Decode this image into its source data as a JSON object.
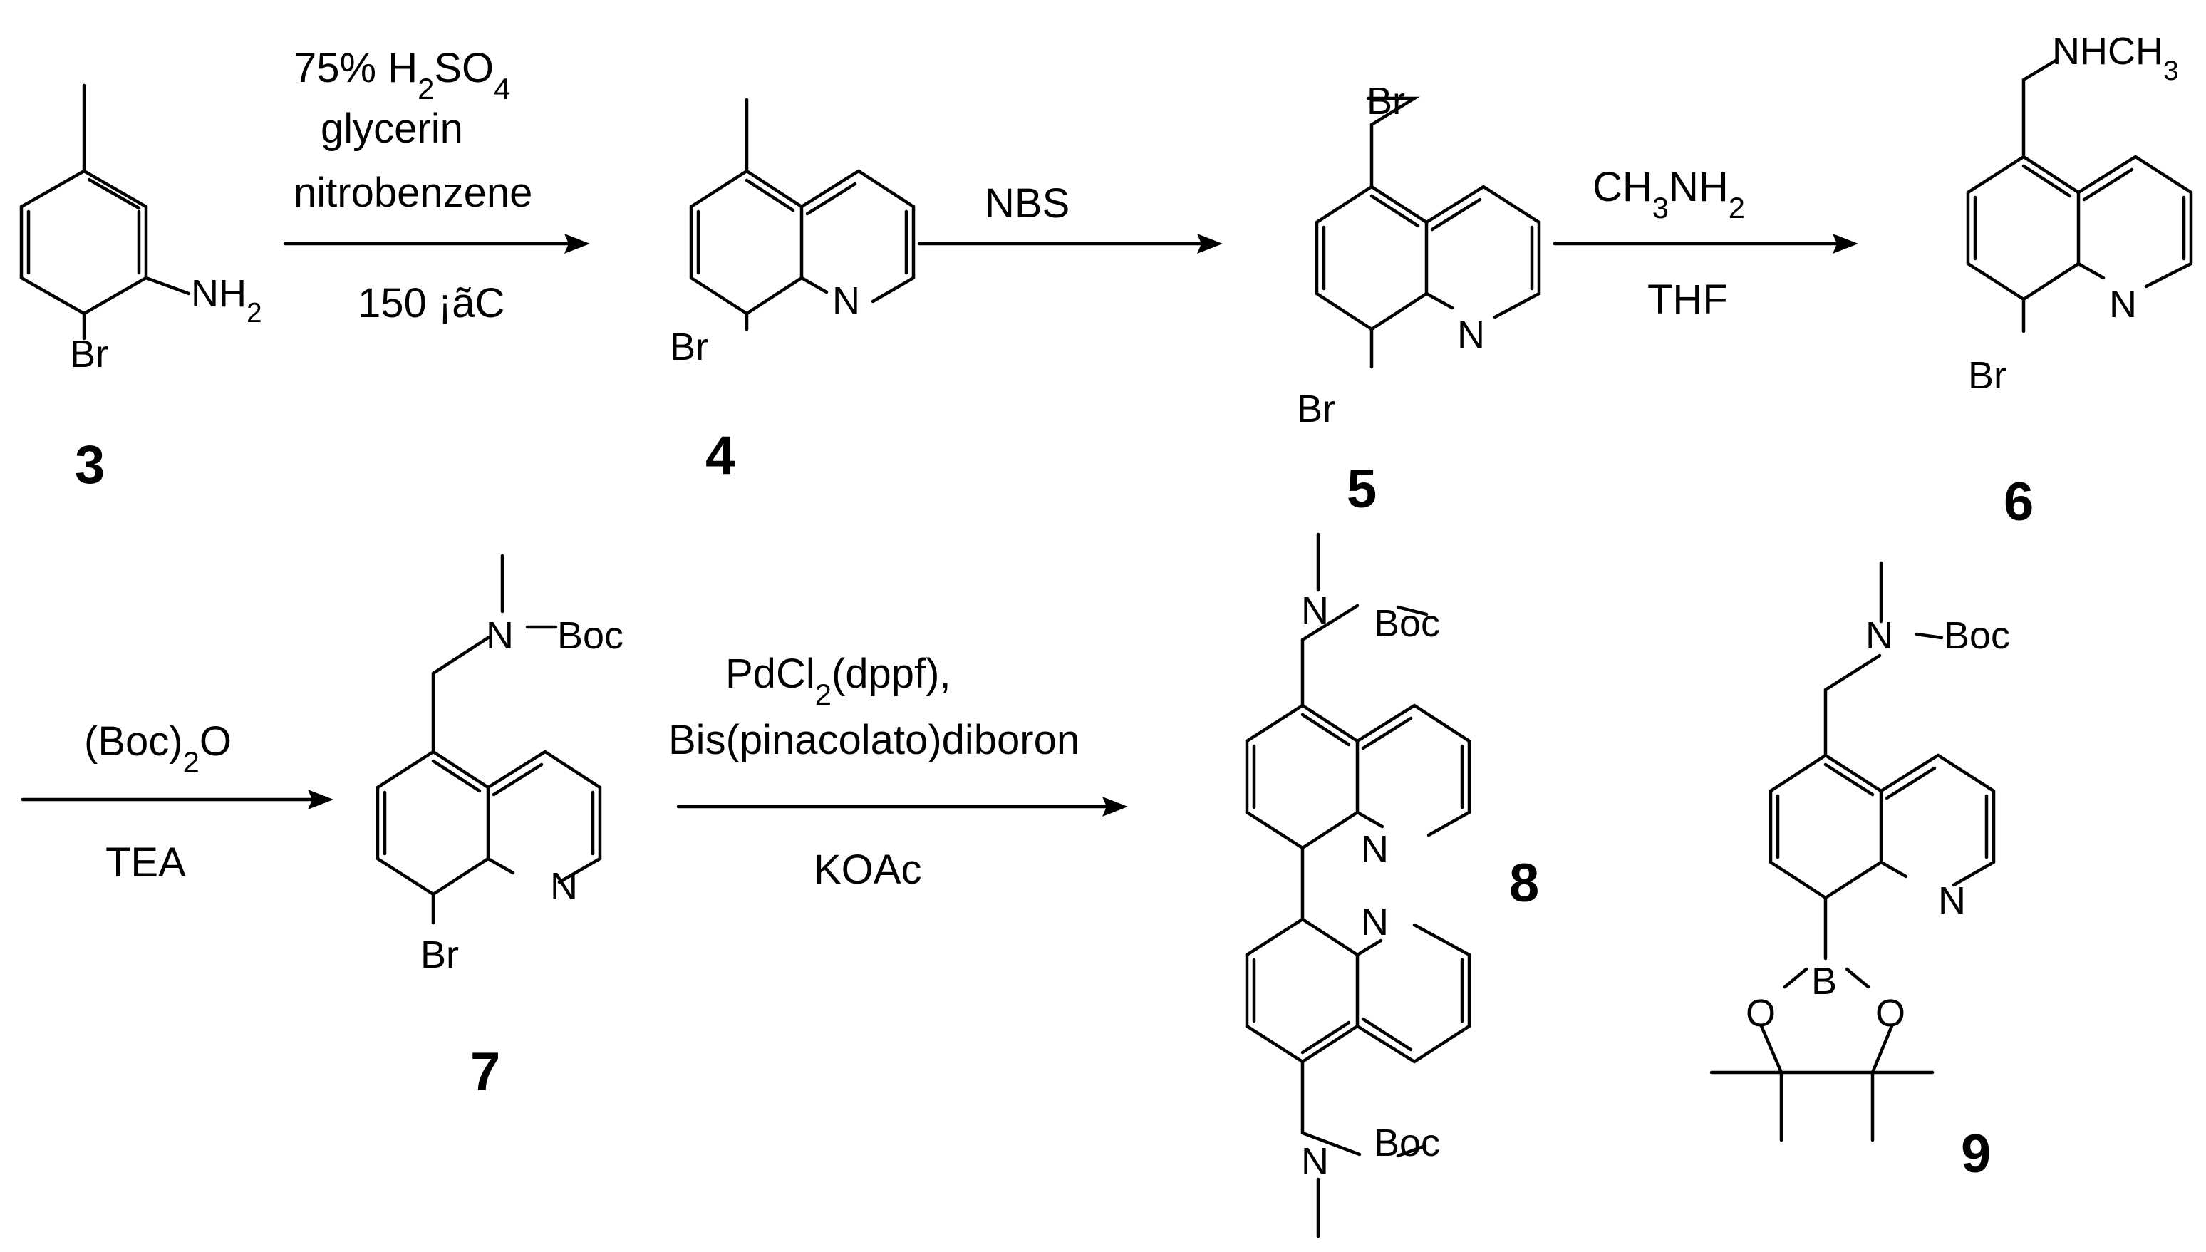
{
  "compounds": [
    {
      "id": "3",
      "label": "3",
      "atoms": [
        "NH2",
        "Br"
      ]
    },
    {
      "id": "4",
      "label": "4",
      "atoms": [
        "N",
        "Br"
      ]
    },
    {
      "id": "5",
      "label": "5",
      "atoms": [
        "Br",
        "N",
        "Br"
      ]
    },
    {
      "id": "6",
      "label": "6",
      "atoms": [
        "NHCH3",
        "N",
        "Br"
      ]
    },
    {
      "id": "7",
      "label": "7",
      "atoms": [
        "N",
        "Boc",
        "N",
        "Br"
      ]
    },
    {
      "id": "8",
      "label": "8",
      "atoms": [
        "N",
        "Boc",
        "N",
        "N",
        "N",
        "Boc"
      ]
    },
    {
      "id": "9",
      "label": "9",
      "atoms": [
        "N",
        "Boc",
        "N",
        "B",
        "O",
        "O"
      ]
    }
  ],
  "reactions": [
    {
      "from": "3",
      "to": "4",
      "above": [
        "75% H2SO4",
        "glycerin",
        "nitrobenzene"
      ],
      "below": [
        "150 ¡ãC"
      ]
    },
    {
      "from": "4",
      "to": "5",
      "above": [
        "NBS"
      ],
      "below": []
    },
    {
      "from": "5",
      "to": "6",
      "above": [
        "CH3NH2"
      ],
      "below": [
        "THF"
      ]
    },
    {
      "from": "6",
      "to": "7",
      "above": [
        "(Boc)2O"
      ],
      "below": [
        "TEA"
      ]
    },
    {
      "from": "7",
      "to": "8",
      "above": [
        "PdCl2(dppf),",
        "Bis(pinacolato)diboron"
      ],
      "below": [
        "KOAc"
      ]
    }
  ]
}
